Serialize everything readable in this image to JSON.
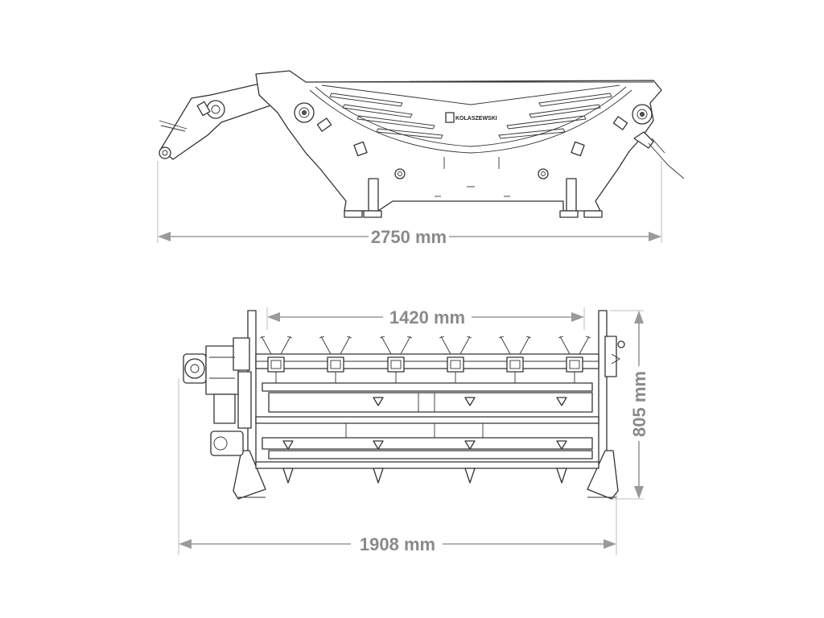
{
  "dimensions": {
    "side_width": "2750 mm",
    "top_inner_width": "1420 mm",
    "front_height": "805 mm",
    "front_width": "1908 mm"
  },
  "brand": "KOLASZEWSKI",
  "colors": {
    "dimension": "#9a9a9a",
    "line": "#333333",
    "background": "#ffffff"
  }
}
